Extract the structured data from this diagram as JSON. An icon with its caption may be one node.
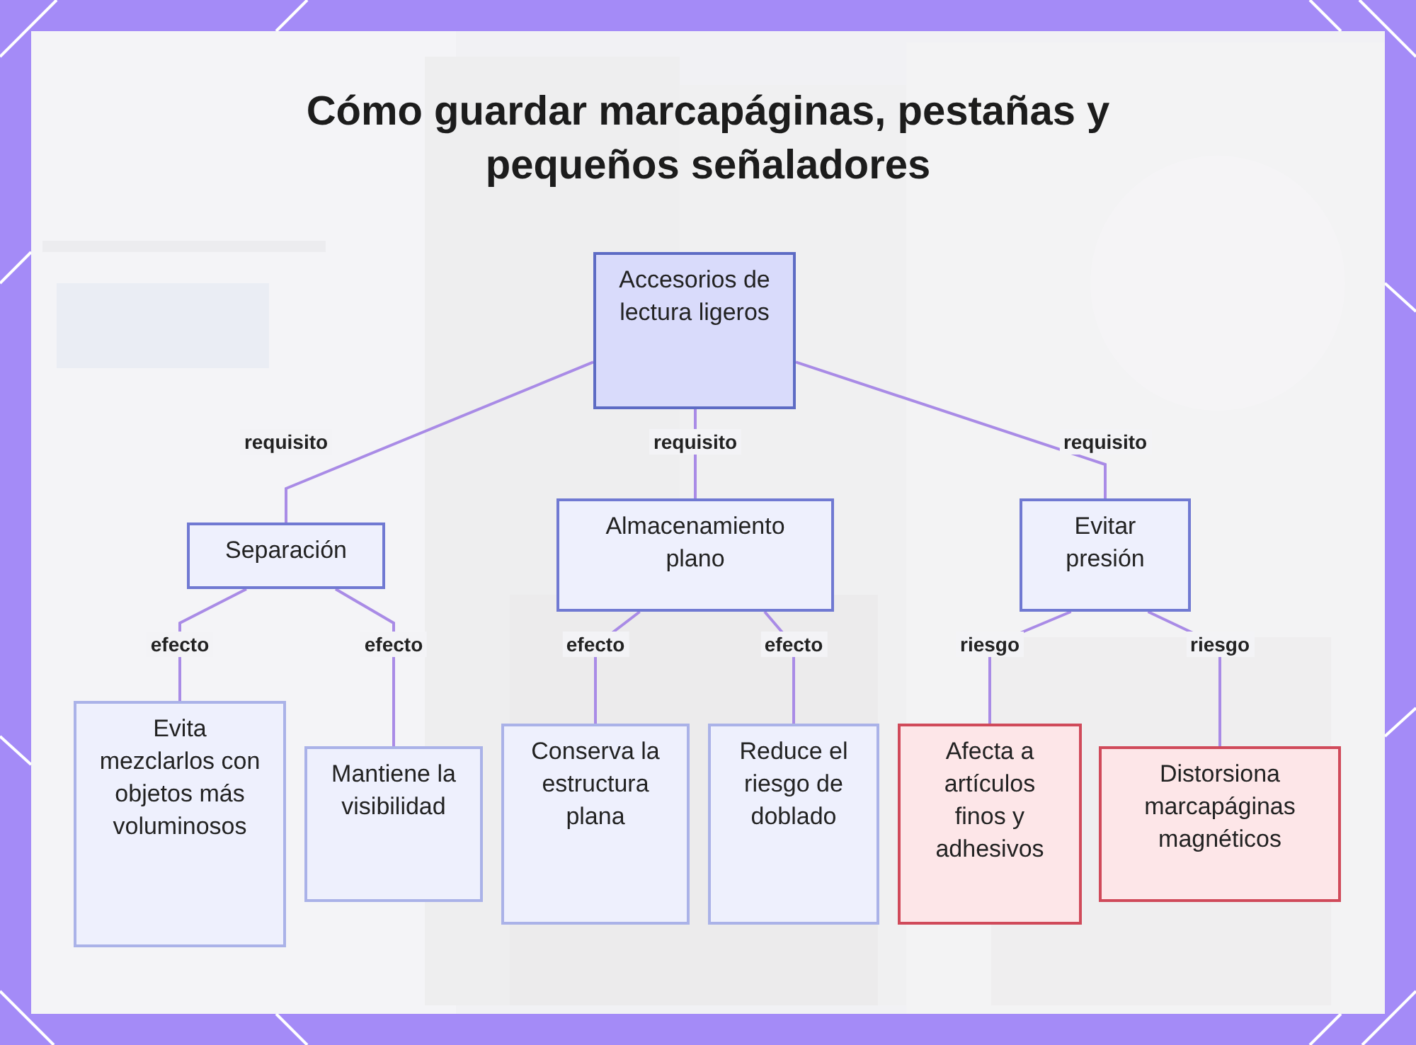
{
  "diagram": {
    "title": "Cómo guardar marcapáginas, pestañas y pequeños señaladores",
    "nodes": [
      {
        "text": [
          "Accesorios de lectura ligeros"
        ]
      },
      {
        "text": [
          "Separación"
        ]
      },
      {
        "text": [
          "Almacenamiento plano"
        ]
      },
      {
        "text": [
          "Evitar presión"
        ]
      },
      {
        "text": [
          "Evita mezclarlos con objetos más voluminosos"
        ]
      },
      {
        "text": [
          "Mantiene la visibilidad"
        ]
      },
      {
        "text": [
          "Conserva la estructura plana"
        ]
      },
      {
        "text": [
          "Reduce el riesgo de doblado"
        ]
      },
      {
        "text": [
          "Afecta a artículos finos y adhesivos"
        ]
      },
      {
        "text": [
          "Distorsiona marcapáginas magnéticos"
        ]
      }
    ],
    "edges": [
      {
        "from": 0,
        "to": 1,
        "arrow": "none",
        "label": "requisito"
      },
      {
        "from": 0,
        "to": 2,
        "arrow": "none",
        "label": "requisito"
      },
      {
        "from": 0,
        "to": 3,
        "arrow": "none",
        "label": "requisito"
      },
      {
        "from": 1,
        "to": 4,
        "arrow": "none",
        "label": "efecto"
      },
      {
        "from": 1,
        "to": 5,
        "arrow": "none",
        "label": "efecto"
      },
      {
        "from": 2,
        "to": 6,
        "arrow": "none",
        "label": "efecto"
      },
      {
        "from": 2,
        "to": 7,
        "arrow": "none",
        "label": "efecto"
      },
      {
        "from": 3,
        "to": 8,
        "arrow": "none",
        "label": "riesgo"
      },
      {
        "from": 3,
        "to": 9,
        "arrow": "none",
        "label": "riesgo"
      }
    ]
  }
}
